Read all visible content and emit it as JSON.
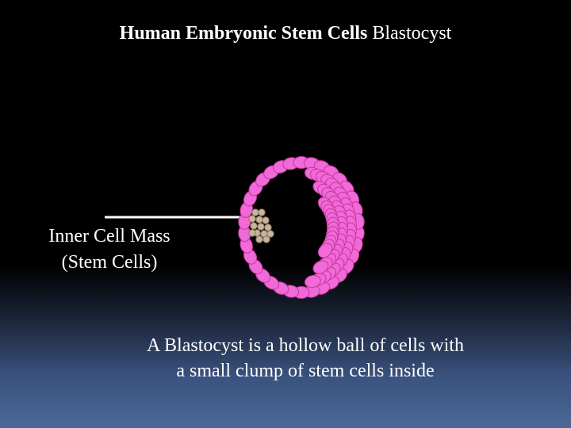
{
  "title": {
    "bold": "Human Embryonic Stem Cells",
    "regular": "Blastocyst"
  },
  "label": {
    "line1": "Inner Cell Mass",
    "line2": "(Stem Cells)"
  },
  "caption": {
    "line1": "A Blastocyst is a hollow ball of cells with",
    "line2": "a small clump of stem cells inside"
  },
  "colors": {
    "cell_fill": "#f06ad8",
    "cell_stroke": "#c8369e",
    "stem_fill": "#c9b49c",
    "stem_stroke": "#8a7660",
    "pointer": "#ffffff"
  }
}
